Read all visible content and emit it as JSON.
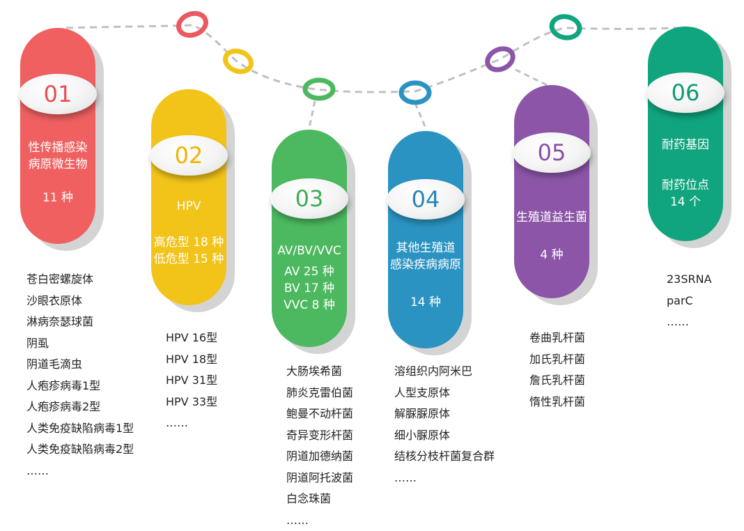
{
  "colors": {
    "connector": "#c0c0c0",
    "shadow": "#d4d4d4",
    "ring_red": "#ea5a5f",
    "ring_yellow": "#f2c318",
    "ring_green": "#4cb85f",
    "ring_blue": "#2a93c2",
    "ring_purple": "#8c55a8",
    "ring_teal": "#10a57e"
  },
  "pillars": [
    {
      "number": "01",
      "color": "#f06060",
      "number_color": "#e84c50",
      "label": [
        "性传播感染",
        "病原微生物",
        "",
        "11 种"
      ],
      "items": [
        "苍白密螺旋体",
        "沙眼衣原体",
        "淋病奈瑟球菌",
        "阴虱",
        "阴道毛滴虫",
        "人疱疹病毒1型",
        "人疱疹病毒2型",
        "人类免疫缺陷病毒1型",
        "人类免疫缺陷病毒2型",
        "……"
      ]
    },
    {
      "number": "02",
      "color": "#f2c318",
      "number_color": "#f0b400",
      "label": [
        "HPV",
        "",
        "高危型 18 种",
        "低危型 15 种"
      ],
      "items": [
        "HPV 16型",
        "HPV 18型",
        "HPV 31型",
        "HPV 33型",
        "……"
      ]
    },
    {
      "number": "03",
      "color": "#4cb85f",
      "number_color": "#3aae55",
      "label": [
        "AV/BV/VVC",
        "AV 25 种",
        "BV 17 种",
        "VVC 8 种"
      ],
      "items": [
        "大肠埃希菌",
        "肺炎克雷伯菌",
        "鲍曼不动杆菌",
        "奇异变形杆菌",
        "阴道加德纳菌",
        "阴道阿托波菌",
        "白念珠菌",
        "……"
      ]
    },
    {
      "number": "04",
      "color": "#2a93c2",
      "number_color": "#2585b5",
      "label": [
        "其他生殖道",
        "感染疾病病原",
        "",
        "14 种"
      ],
      "items": [
        "溶组织内阿米巴",
        "人型支原体",
        "解脲脲原体",
        "细小脲原体",
        "结核分枝杆菌复合群",
        "……"
      ]
    },
    {
      "number": "05",
      "color": "#8c55a8",
      "number_color": "#8a4ea6",
      "label": [
        "生殖道益生菌",
        "",
        "4 种"
      ],
      "items": [
        "卷曲乳杆菌",
        "加氏乳杆菌",
        "詹氏乳杆菌",
        "惰性乳杆菌"
      ]
    },
    {
      "number": "06",
      "color": "#10a57e",
      "number_color": "#0c9a74",
      "label": [
        "耐药基因",
        "",
        "耐药位点",
        "14 个"
      ],
      "items": [
        "23SRNA",
        "parC",
        "……"
      ]
    }
  ]
}
